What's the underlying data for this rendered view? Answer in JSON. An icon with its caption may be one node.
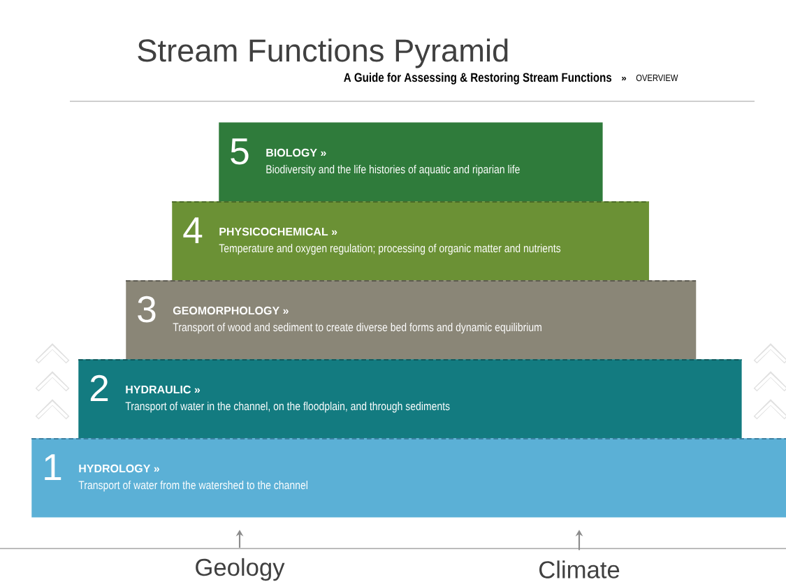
{
  "diagram": {
    "title": "Stream Functions Pyramid",
    "nodes": [
      {
        "text": [
          "5",
          "BIOLOGY »",
          "Biodiversity and the life histories of aquatic and riparian life"
        ]
      },
      {
        "text": [
          "4",
          "PHYSICOCHEMICAL »",
          "Temperature and oxygen regulation; processing of organic matter and nutrients"
        ]
      },
      {
        "text": [
          "3",
          "GEOMORPHOLOGY »",
          "Transport of wood and sediment to create diverse bed forms and dynamic equilibrium"
        ]
      },
      {
        "text": [
          "2",
          "HYDRAULIC »",
          "Transport of water in the channel, on the floodplain, and through sediments"
        ]
      },
      {
        "text": [
          "1",
          "HYDROLOGY »",
          "Transport of water from the watershed to the channel"
        ]
      },
      {
        "text": [
          "Geology"
        ]
      },
      {
        "text": [
          "Climate"
        ]
      }
    ],
    "edges": [
      {
        "from": 5,
        "to": 4,
        "arrow": "to"
      },
      {
        "from": 6,
        "to": 4,
        "arrow": "to"
      }
    ],
    "labels": [
      "A Guide for Assessing & Restoring Stream Functions",
      "»",
      "OVERVIEW"
    ]
  }
}
